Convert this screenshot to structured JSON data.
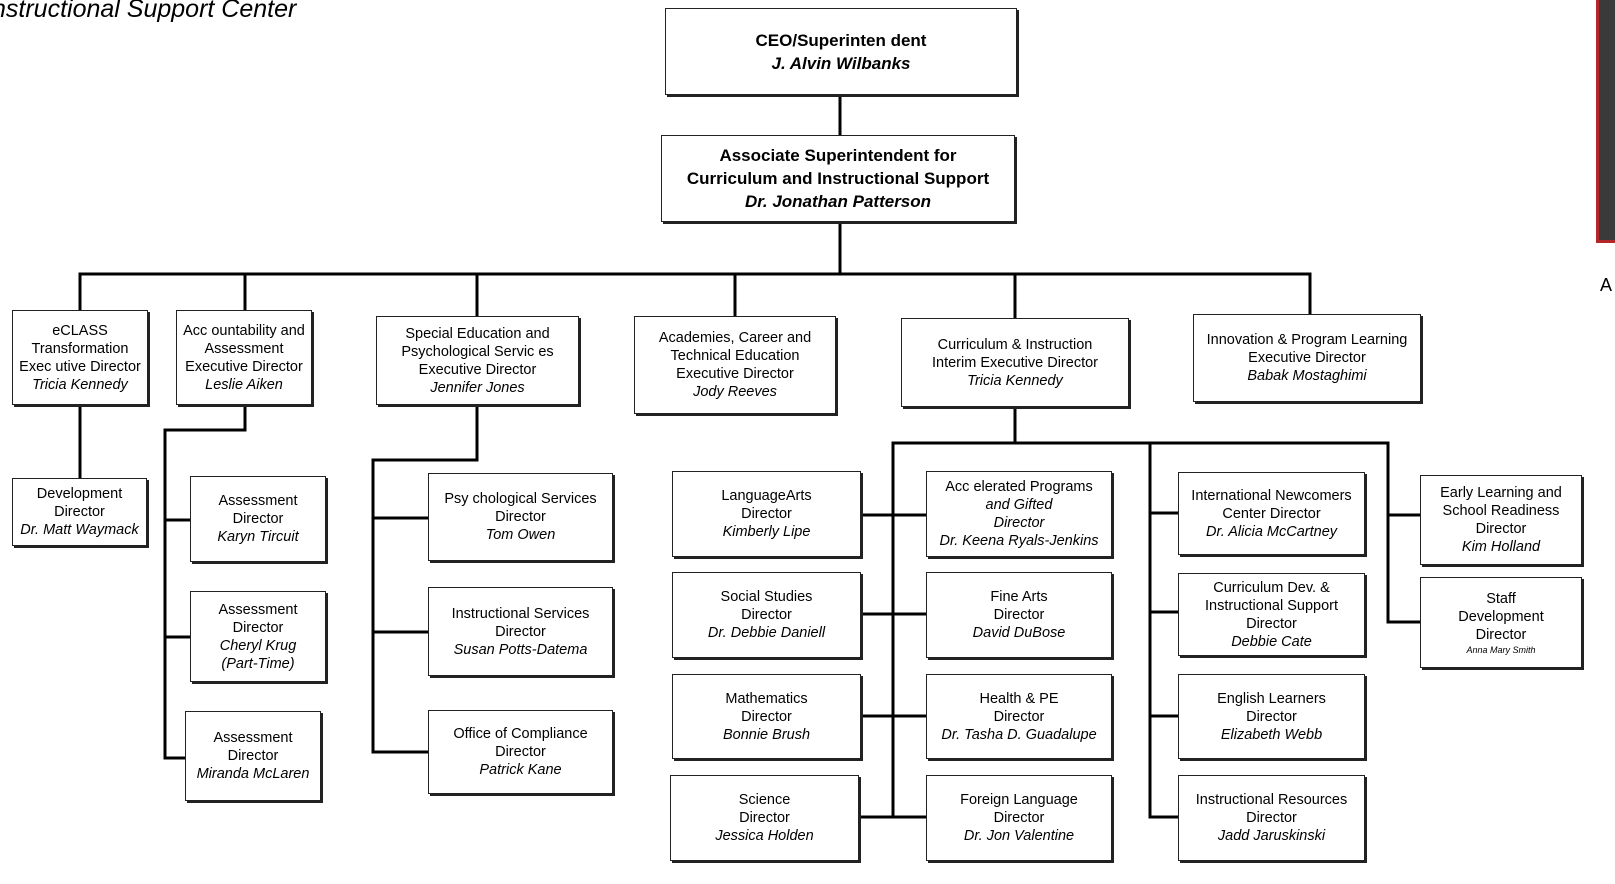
{
  "header": {
    "title": "nstructional Support Center"
  },
  "edge_letter": "A",
  "accent_color": "#b3262a",
  "boxes": {
    "ceo": [
      "CEO/Superinten dent",
      "J. Alvin Wilbanks"
    ],
    "assoc": [
      "Associate  Superintendent for",
      "Curriculum and Instructional Support",
      "Dr. Jonathan Patterson"
    ],
    "eclass": [
      "eCLASS",
      "Transformation",
      "Exec utive Director",
      "Tricia Kennedy"
    ],
    "accountability": [
      "Acc ountability and",
      "Assessment",
      "Executive Director",
      "Leslie Aiken"
    ],
    "sped": [
      "Special Education and",
      "Psychological Servic es",
      "Executive Director",
      "Jennifer Jones"
    ],
    "academies": [
      "Academies, Career and",
      "Technical Education",
      "Executive Director",
      "Jody Reeves"
    ],
    "ci": [
      "Curriculum & Instruction",
      "Interim Executive Director",
      "Tricia Kennedy"
    ],
    "innovation": [
      "Innovation & Program Learning",
      "Executive Director",
      "Babak Mostaghimi"
    ],
    "development": [
      "Development",
      "Director",
      "Dr. Matt Waymack"
    ],
    "assess1": [
      "Assessment",
      "Director",
      "Karyn Tircuit"
    ],
    "assess2": [
      "Assessment",
      "Director",
      "Cheryl Krug",
      "(Part-Time)"
    ],
    "assess3": [
      "Assessment",
      "Director",
      "Miranda McLaren"
    ],
    "psych": [
      "Psy chological Services",
      "Director",
      "Tom Owen"
    ],
    "instserv": [
      "Instructional Services",
      "Director",
      "Susan Potts-Datema"
    ],
    "compliance": [
      "Office of Compliance",
      "Director",
      "Patrick Kane"
    ],
    "langarts": [
      "LanguageArts",
      "Director",
      "Kimberly Lipe"
    ],
    "social": [
      "Social Studies",
      "Director",
      "Dr. Debbie Daniell"
    ],
    "math": [
      "Mathematics",
      "Director",
      "Bonnie Brush"
    ],
    "science": [
      "Science",
      "Director",
      "Jessica Holden"
    ],
    "accel": [
      "Acc elerated Programs",
      "and Gifted",
      "Director",
      "Dr. Keena Ryals-Jenkins"
    ],
    "finearts": [
      "Fine Arts",
      "Director",
      "David DuBose"
    ],
    "health": [
      "Health & PE",
      "Director",
      "Dr. Tasha D. Guadalupe"
    ],
    "foreign": [
      "Foreign Language",
      "Director",
      "Dr. Jon Valentine"
    ],
    "newcomers": [
      "International Newcomers",
      "Center Director",
      "Dr. Alicia McCartney"
    ],
    "curdev": [
      "Curriculum Dev. &",
      "Instructional Support",
      "Director",
      "Debbie Cate"
    ],
    "ell": [
      "English Learners",
      "Director",
      "Elizabeth Webb"
    ],
    "instres": [
      "Instructional Resources",
      "Director",
      "Jadd Jaruskinski"
    ],
    "early": [
      "Early Learning and",
      "School Readiness",
      "Director",
      "Kim Holland"
    ],
    "staffdev": [
      "Staff",
      "Development",
      "Director",
      "Anna Mary Smith"
    ]
  }
}
